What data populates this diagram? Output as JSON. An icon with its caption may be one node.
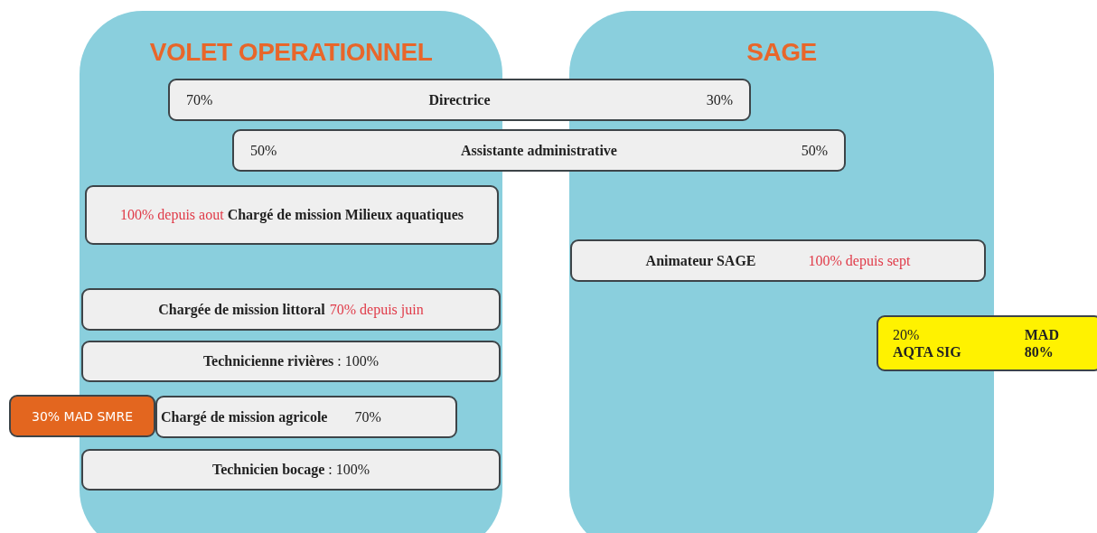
{
  "diagram": {
    "nodes": [
      {
        "text": [
          "VOLET OPERATIONNEL"
        ]
      },
      {
        "text": [
          "SAGE"
        ]
      },
      {
        "text": [
          "70%",
          "Directrice",
          "30%"
        ]
      },
      {
        "text": [
          "50%",
          "Assistante administrative",
          "50%"
        ]
      },
      {
        "text": [
          "100% depuis aout",
          "Chargé de mission Milieux aquatiques"
        ],
        "in": 0
      },
      {
        "text": [
          "Animateur SAGE",
          "100% depuis sept"
        ],
        "in": 1
      },
      {
        "text": [
          "Chargée de mission littoral",
          "70% depuis juin"
        ],
        "in": 0
      },
      {
        "text": [
          "20%",
          "MAD",
          "AQTA SIG",
          "80%"
        ]
      },
      {
        "text": [
          "**Technicienne rivières** : 100%"
        ],
        "in": 0
      },
      {
        "text": [
          "30% MAD SMRE"
        ]
      },
      {
        "text": [
          "Chargé de mission agricole",
          "70%"
        ],
        "in": 0
      },
      {
        "text": [
          "**Technicien bocage** : 100%"
        ],
        "in": 0
      }
    ]
  }
}
